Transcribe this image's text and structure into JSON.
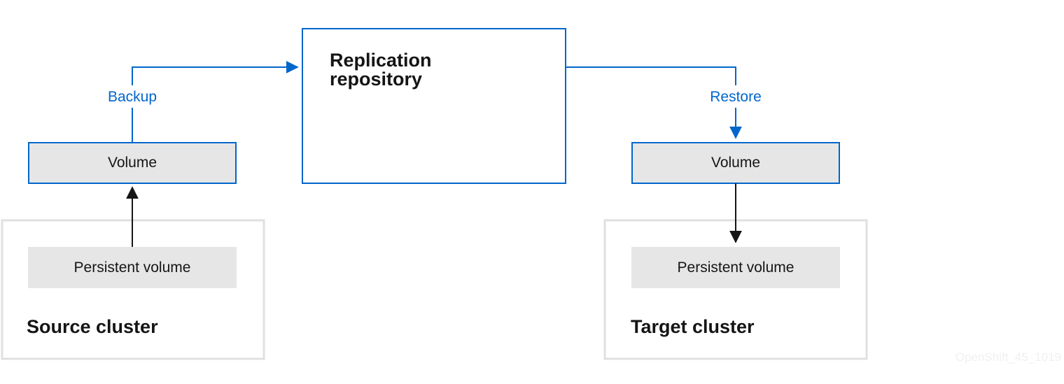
{
  "repository": {
    "title_line1": "Replication",
    "title_line2": "repository"
  },
  "source": {
    "cluster_title": "Source cluster",
    "volume_label": "Volume",
    "persistent_volume_label": "Persistent volume",
    "edge_label": "Backup"
  },
  "target": {
    "cluster_title": "Target cluster",
    "volume_label": "Volume",
    "persistent_volume_label": "Persistent volume",
    "edge_label": "Restore"
  },
  "watermark": "OpenShift_45_1019",
  "colors": {
    "accent": "#0066cc",
    "node_fill": "#e6e6e6",
    "cluster_border": "#e0e0e0",
    "text": "#151515",
    "arrow_dark": "#151515"
  }
}
